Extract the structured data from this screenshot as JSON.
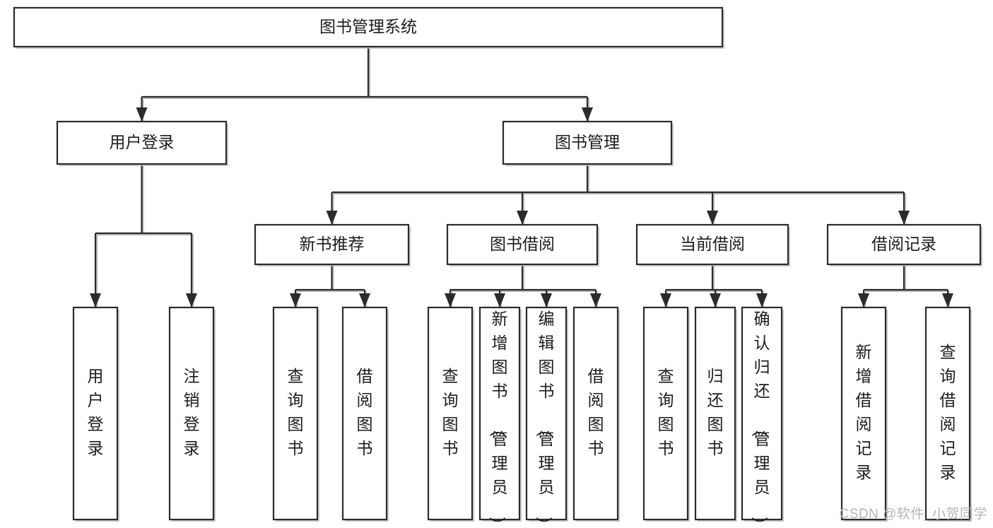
{
  "diagram": {
    "title": "图书管理系统",
    "type": "tree-hierarchy",
    "orientation": "top-down",
    "root": {
      "id": "root",
      "label": "图书管理系统",
      "text_orientation": "horizontal"
    },
    "level2": [
      {
        "id": "user-login",
        "label": "用户登录",
        "text_orientation": "horizontal"
      },
      {
        "id": "book-manage",
        "label": "图书管理",
        "text_orientation": "horizontal"
      }
    ],
    "level3": [
      {
        "id": "new-book-recommend",
        "label": "新书推荐",
        "parent": "book-manage",
        "text_orientation": "horizontal"
      },
      {
        "id": "book-borrow",
        "label": "图书借阅",
        "parent": "book-manage",
        "text_orientation": "horizontal"
      },
      {
        "id": "current-borrow",
        "label": "当前借阅",
        "parent": "book-manage",
        "text_orientation": "horizontal"
      },
      {
        "id": "borrow-record",
        "label": "借阅记录",
        "parent": "book-manage",
        "text_orientation": "horizontal"
      }
    ],
    "leaves": [
      {
        "id": "leaf-user-login",
        "label": "用户登录",
        "parent": "user-login",
        "text_orientation": "vertical"
      },
      {
        "id": "leaf-user-logout",
        "label": "注销登录",
        "parent": "user-login",
        "text_orientation": "vertical"
      },
      {
        "id": "leaf-query-book-1",
        "label": "查询图书",
        "parent": "new-book-recommend",
        "text_orientation": "vertical"
      },
      {
        "id": "leaf-borrow-book-1",
        "label": "借阅图书",
        "parent": "new-book-recommend",
        "text_orientation": "vertical"
      },
      {
        "id": "leaf-query-book-2",
        "label": "查询图书",
        "parent": "book-borrow",
        "text_orientation": "vertical"
      },
      {
        "id": "leaf-add-book",
        "label": "新增图书（管理员）",
        "parent": "book-borrow",
        "text_orientation": "vertical"
      },
      {
        "id": "leaf-edit-book",
        "label": "编辑图书（管理员）",
        "parent": "book-borrow",
        "text_orientation": "vertical"
      },
      {
        "id": "leaf-borrow-book-2",
        "label": "借阅图书",
        "parent": "book-borrow",
        "text_orientation": "vertical"
      },
      {
        "id": "leaf-query-book-3",
        "label": "查询图书",
        "parent": "current-borrow",
        "text_orientation": "vertical"
      },
      {
        "id": "leaf-return-book",
        "label": "归还图书",
        "parent": "current-borrow",
        "text_orientation": "vertical"
      },
      {
        "id": "leaf-confirm-return",
        "label": "确认归还（管理员）",
        "parent": "current-borrow",
        "text_orientation": "vertical"
      },
      {
        "id": "leaf-add-record",
        "label": "新增借阅记录",
        "parent": "borrow-record",
        "text_orientation": "vertical"
      },
      {
        "id": "leaf-query-record",
        "label": "查询借阅记录",
        "parent": "borrow-record",
        "text_orientation": "vertical"
      }
    ],
    "colors": {
      "background": "#ffffff",
      "box_fill": "#ffffff",
      "box_stroke": "#2b2b2b",
      "connector": "#2b2b2b",
      "shadow": "#b9b9b9",
      "text": "#1c1c1c",
      "watermark": "#b6b6b6"
    }
  },
  "watermark": {
    "text": "CSDN @软件_小贺同学"
  }
}
